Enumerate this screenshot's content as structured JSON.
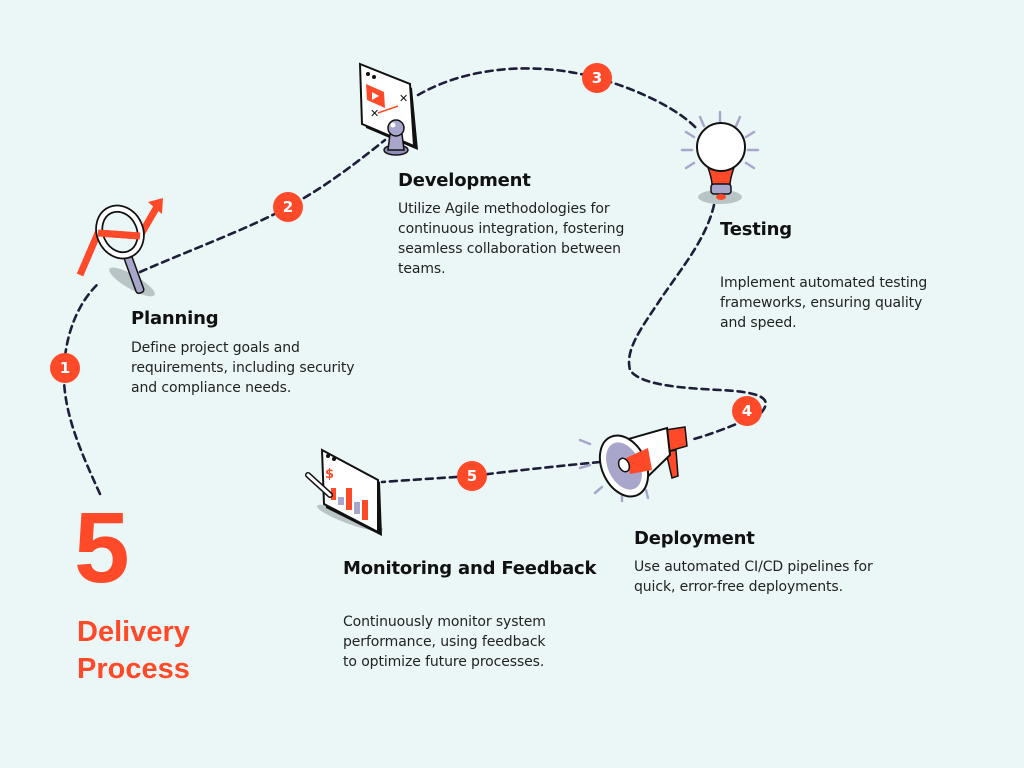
{
  "headline": {
    "number": "5",
    "title": "Delivery\nProcess"
  },
  "colors": {
    "background": "#ebf7f7",
    "accent": "#ff4a2a",
    "path": "#1e1e3a",
    "lavender": "#a9a6cc",
    "text": "#111111"
  },
  "steps": [
    {
      "badge": "1",
      "title": "Planning",
      "description": "Define project goals and\nrequirements, including security\nand compliance needs.",
      "icon": "magnifier-growth-icon"
    },
    {
      "badge": "2",
      "title": "Development",
      "description": "Utilize Agile methodologies for\ncontinuous integration, fostering\nseamless collaboration between\nteams.",
      "icon": "strategy-board-icon"
    },
    {
      "badge": "3",
      "title": "Testing",
      "description": "Implement automated testing\nframeworks, ensuring quality\nand speed.",
      "icon": "lightbulb-icon"
    },
    {
      "badge": "4",
      "title": "Deployment",
      "description": "Use automated CI/CD pipelines for\nquick, error-free deployments.",
      "icon": "megaphone-icon"
    },
    {
      "badge": "5",
      "title": "Monitoring and Feedback",
      "description": "Continuously monitor system\nperformance, using feedback\nto optimize future processes.",
      "icon": "analytics-board-icon"
    }
  ]
}
